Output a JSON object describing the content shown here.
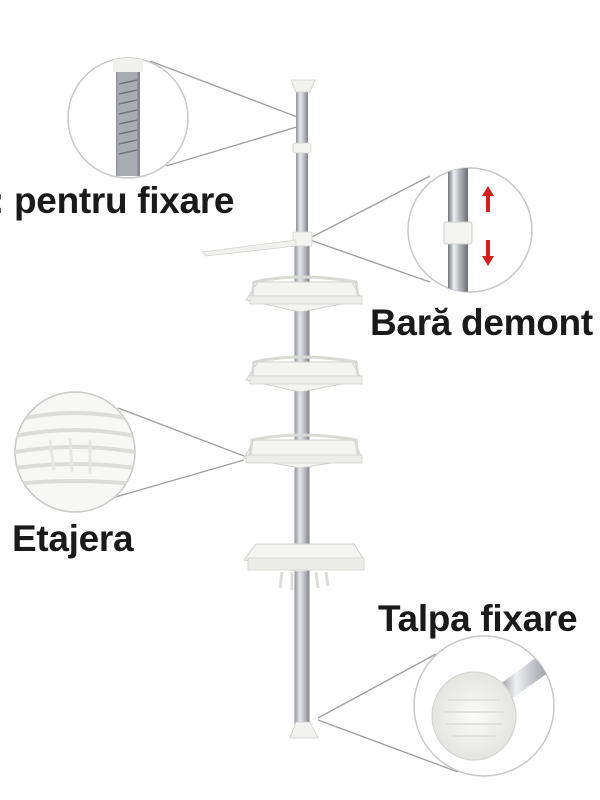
{
  "labels": {
    "top_fixing": ": pentru fixare",
    "detachable_bar": "Bară demont",
    "shelf": "Etajera",
    "base": "Talpa fixare"
  },
  "colors": {
    "background": "#ffffff",
    "pole": "#b9bcc2",
    "plastic": "#f4f5f3",
    "callout_line": "#9a9a9a",
    "arrow": "#d42020",
    "text": "#1a1a1a"
  }
}
